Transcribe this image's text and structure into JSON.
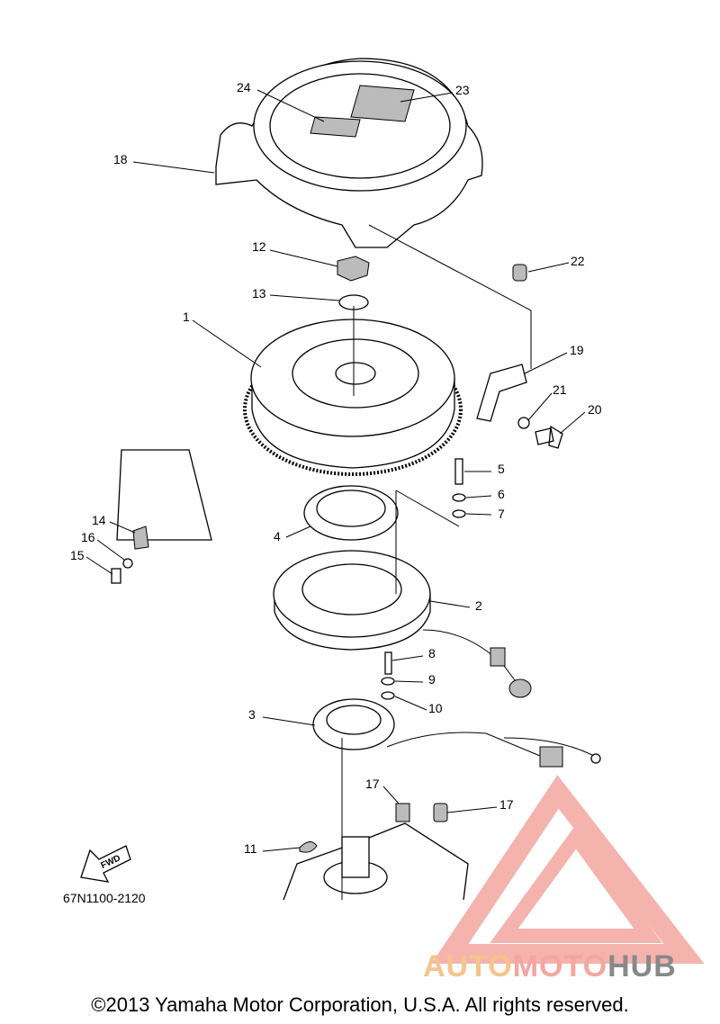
{
  "callouts": {
    "c1": "1",
    "c2": "2",
    "c3": "3",
    "c4": "4",
    "c5": "5",
    "c6": "6",
    "c7": "7",
    "c8": "8",
    "c9": "9",
    "c10": "10",
    "c11": "11",
    "c12": "12",
    "c13": "13",
    "c14": "14",
    "c15": "15",
    "c16": "16",
    "c17a": "17",
    "c17b": "17",
    "c18": "18",
    "c19": "19",
    "c20": "20",
    "c21": "21",
    "c22": "22",
    "c23": "23",
    "c24": "24"
  },
  "fwd_label": "FWD",
  "diagram_code": "67N1100-2120",
  "copyright": "©2013 Yamaha Motor Corporation, U.S.A. All rights reserved.",
  "watermark": {
    "part1": "AUTO",
    "part2": "MOTO",
    "part3": "HUB",
    "colors": {
      "auto": "#f5c48a",
      "moto": "#f4a6a0",
      "hub": "#888888",
      "logo": "#f4a6a0"
    }
  }
}
